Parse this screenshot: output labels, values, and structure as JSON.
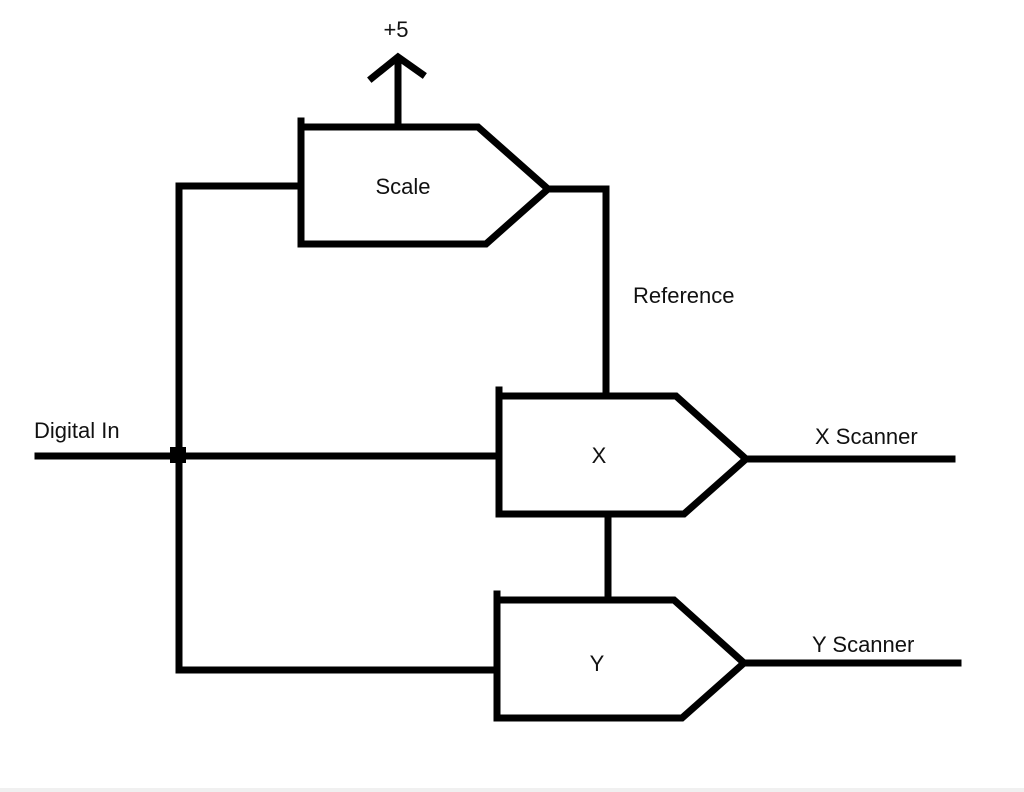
{
  "diagram": {
    "type": "block-diagram",
    "colors": {
      "stroke": "#000000",
      "background": "#ffffff",
      "text": "#111111"
    },
    "labels": {
      "supply": "+5",
      "scale": "Scale",
      "reference": "Reference",
      "digital_in": "Digital In",
      "x_block": "X",
      "y_block": "Y",
      "x_scanner": "X Scanner",
      "y_scanner": "Y Scanner"
    },
    "blocks": [
      {
        "id": "scale",
        "label": "Scale",
        "shape": "pentagon-arrow"
      },
      {
        "id": "x",
        "label": "X",
        "shape": "pentagon-arrow"
      },
      {
        "id": "y",
        "label": "Y",
        "shape": "pentagon-arrow"
      }
    ],
    "connections": [
      {
        "from": "digital_in",
        "to": "x"
      },
      {
        "from": "digital_in",
        "to": "scale"
      },
      {
        "from": "digital_in",
        "to": "y"
      },
      {
        "from": "supply",
        "to": "scale"
      },
      {
        "from": "scale",
        "to": "x",
        "label": "Reference"
      },
      {
        "from": "x",
        "to": "y"
      },
      {
        "from": "x",
        "to": "x_scanner"
      },
      {
        "from": "y",
        "to": "y_scanner"
      }
    ]
  }
}
